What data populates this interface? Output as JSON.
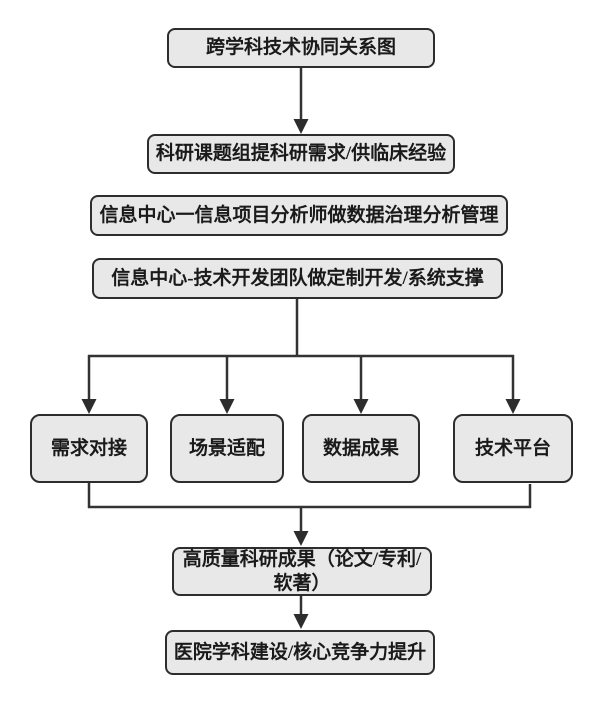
{
  "diagram": {
    "colors": {
      "background": "#ffffff",
      "node_fill": "#e8e8e8",
      "node_border": "#2d2d2d",
      "connector": "#333333",
      "text": "#1a1a1a"
    },
    "nodes": {
      "title": {
        "label": "跨学科技术协同关系图"
      },
      "research_group": {
        "label": "科研课题组提科研需求/供临床经验"
      },
      "info_analyst": {
        "label": "信息中心一信息项目分析师做数据治理分析管理"
      },
      "dev_team": {
        "label": "信息中心-技术开发团队做定制开发/系统支撑"
      },
      "demand": {
        "label": "需求对接"
      },
      "scene": {
        "label": "场景适配"
      },
      "data": {
        "label": "数据成果"
      },
      "platform": {
        "label": "技术平台"
      },
      "outcome": {
        "label": "高质量科研成果（论文/专利/软著）"
      },
      "impact": {
        "label": "医院学科建设/核心竞争力提升"
      }
    }
  }
}
